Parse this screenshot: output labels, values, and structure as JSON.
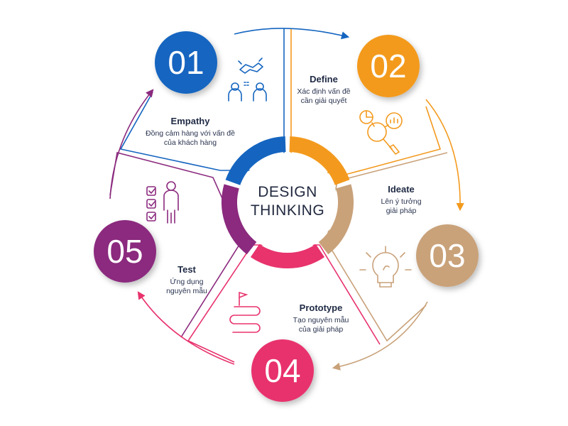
{
  "center": {
    "line1": "DESIGN",
    "line2": "THINKING"
  },
  "colors": {
    "empathy": "#1565c0",
    "define": "#f39a1e",
    "ideate": "#c9a27a",
    "prototype": "#e8336d",
    "test": "#8b2a7e"
  },
  "stages": [
    {
      "number": "01",
      "title": "Empathy",
      "desc1": "Đồng cảm hàng với vấn đề",
      "desc2": "của khách hàng",
      "icon": "people-handshake-icon"
    },
    {
      "number": "02",
      "title": "Define",
      "desc1": "Xác định vấn đề",
      "desc2": "cần giải quyết",
      "icon": "magnifier-chart-icon"
    },
    {
      "number": "03",
      "title": "Ideate",
      "desc1": "Lên ý tưởng",
      "desc2": "giải pháp",
      "icon": "lightbulb-icon"
    },
    {
      "number": "04",
      "title": "Prototype",
      "desc1": "Tạo nguyên mẫu",
      "desc2": "của giải pháp",
      "icon": "flag-path-icon"
    },
    {
      "number": "05",
      "title": "Test",
      "desc1": "Ứng dụng",
      "desc2": "nguyên mẫu",
      "icon": "checklist-person-icon"
    }
  ]
}
